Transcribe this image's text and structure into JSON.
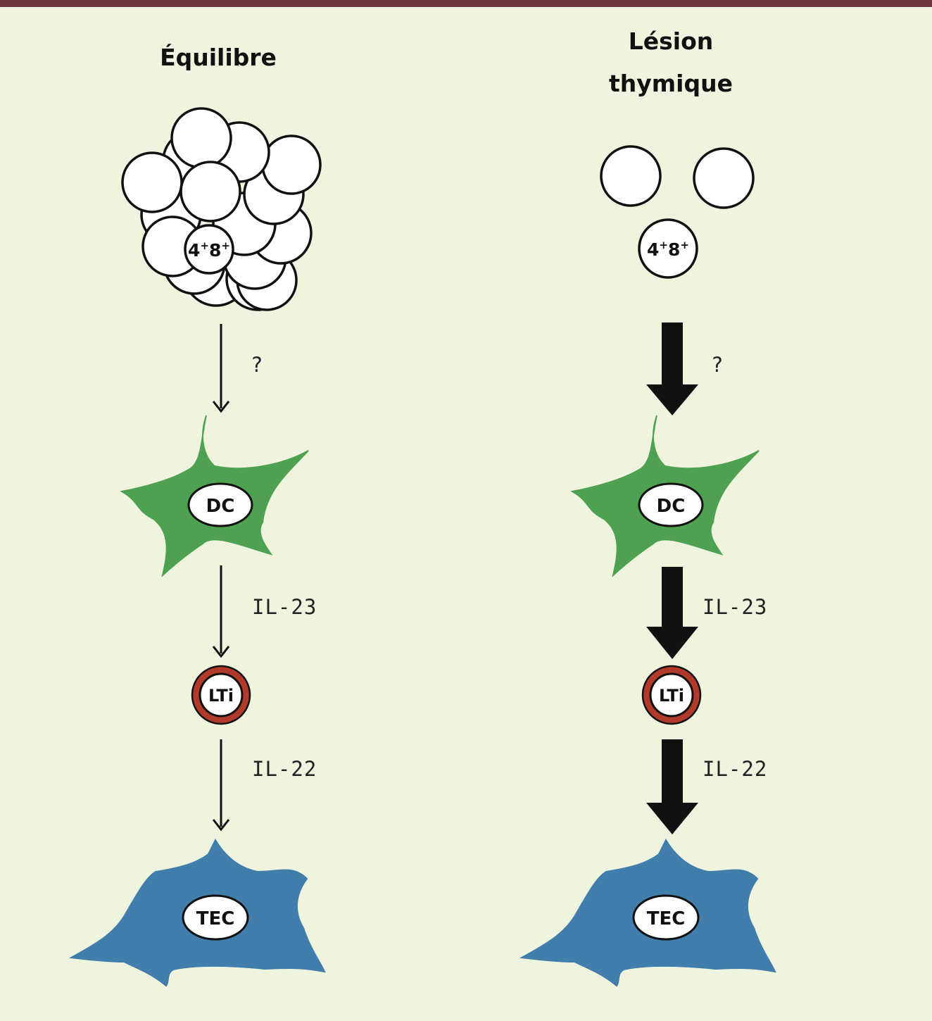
{
  "colors": {
    "background": "#eff4df",
    "top_bar": "#6e3640",
    "dc_cell": "#4ea150",
    "tec_cell": "#417eab",
    "lti_ring": "#b23a2a",
    "outline": "#111111"
  },
  "left": {
    "title": "Équilibre",
    "thymocyte_label": {
      "main1": "4",
      "sup1": "+",
      "main2": "8",
      "sup2": "+"
    },
    "arrow1_label": "?",
    "dc_label": "DC",
    "arrow2_label": "IL-23",
    "lti_label": "LTi",
    "arrow3_label": "IL-22",
    "tec_label": "TEC",
    "arrow_style": "thin"
  },
  "right": {
    "title_line1": "Lésion",
    "title_line2": "thymique",
    "thymocyte_label": {
      "main1": "4",
      "sup1": "+",
      "main2": "8",
      "sup2": "+"
    },
    "arrow1_label": "?",
    "dc_label": "DC",
    "arrow2_label": "IL-23",
    "lti_label": "LTi",
    "arrow3_label": "IL-22",
    "tec_label": "TEC",
    "arrow_style": "thick"
  }
}
